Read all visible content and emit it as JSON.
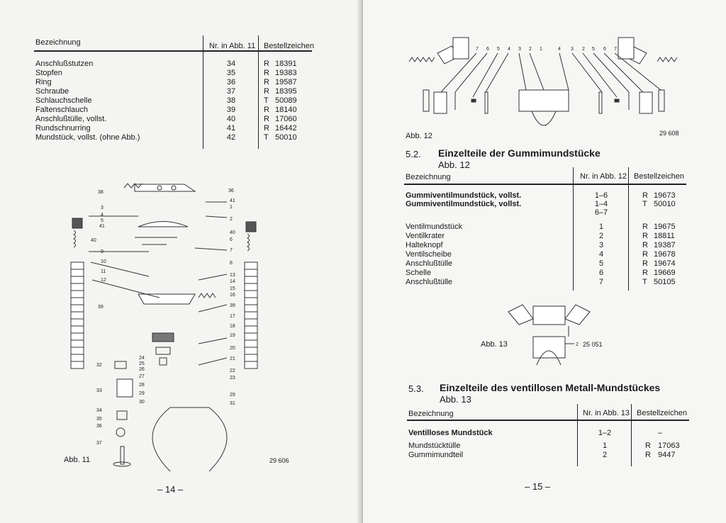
{
  "left_page": {
    "header": {
      "col1": "Bezeichnung",
      "col2": "Nr. in Abb. 11",
      "col3": "Bestellzeichen"
    },
    "rows": [
      {
        "name": "Anschlußstutzen",
        "nr": "34",
        "type": "R",
        "code": "18391"
      },
      {
        "name": "Stopfen",
        "nr": "35",
        "type": "R",
        "code": "19383"
      },
      {
        "name": "Ring",
        "nr": "36",
        "type": "R",
        "code": "19587"
      },
      {
        "name": "Schraube",
        "nr": "37",
        "type": "R",
        "code": "18395"
      },
      {
        "name": "Schlauchschelle",
        "nr": "38",
        "type": "T",
        "code": "50089"
      },
      {
        "name": "Faltenschlauch",
        "nr": "39",
        "type": "R",
        "code": "18140"
      },
      {
        "name": "Anschlußtülle, vollst.",
        "nr": "40",
        "type": "R",
        "code": "17060"
      },
      {
        "name": "Rundschnurring",
        "nr": "41",
        "type": "R",
        "code": "16442"
      },
      {
        "name": "Mundstück, vollst. (ohne Abb.)",
        "nr": "42",
        "type": "T",
        "code": "50010"
      }
    ],
    "figure_caption": "Abb. 11",
    "figure_number": "29 606",
    "figure_labels": [
      "38",
      "3",
      "4",
      "5",
      "41",
      "40",
      "9",
      "10",
      "11",
      "12",
      "39",
      "32",
      "33",
      "34",
      "35",
      "36",
      "37",
      "36",
      "41",
      "1",
      "2",
      "40",
      "6",
      "7",
      "8",
      "13",
      "14",
      "15",
      "16",
      "39",
      "17",
      "18",
      "19",
      "20",
      "21",
      "22",
      "23",
      "24",
      "25",
      "26",
      "27",
      "28",
      "29",
      "30",
      "29",
      "31"
    ],
    "page_number": "– 14 –"
  },
  "right_page": {
    "fig12": {
      "caption": "Abb. 12",
      "number": "29 608",
      "labels": [
        "7",
        "6",
        "5",
        "4",
        "3",
        "2",
        "1",
        "4",
        "3",
        "2",
        "5",
        "6",
        "7"
      ]
    },
    "section_52": {
      "number": "5.2.",
      "title": "Einzelteile der Gummimundstücke",
      "subtitle": "Abb. 12",
      "header": {
        "col1": "Bezeichnung",
        "col2": "Nr. in Abb. 12",
        "col3": "Bestellzeichen"
      },
      "rows": [
        {
          "name": "Gummiventilmundstück, vollst.",
          "bold": true,
          "nr": "1–6",
          "type": "R",
          "code": "19673"
        },
        {
          "name": "Gummiventilmundstück, vollst.",
          "bold": true,
          "nr": "1–4",
          "type": "T",
          "code": "50010"
        },
        {
          "name": "",
          "bold": false,
          "nr": "6–7",
          "type": "",
          "code": ""
        },
        {
          "name": "Ventilmundstück",
          "bold": false,
          "nr": "1",
          "type": "R",
          "code": "19675"
        },
        {
          "name": "Ventilkrater",
          "bold": false,
          "nr": "2",
          "type": "R",
          "code": "18811"
        },
        {
          "name": "Halteknopf",
          "bold": false,
          "nr": "3",
          "type": "R",
          "code": "19387"
        },
        {
          "name": "Ventilscheibe",
          "bold": false,
          "nr": "4",
          "type": "R",
          "code": "19678"
        },
        {
          "name": "Anschlußtülle",
          "bold": false,
          "nr": "5",
          "type": "R",
          "code": "19674"
        },
        {
          "name": "Schelle",
          "bold": false,
          "nr": "6",
          "type": "R",
          "code": "19669"
        },
        {
          "name": "Anschlußtülle",
          "bold": false,
          "nr": "7",
          "type": "T",
          "code": "50105"
        }
      ]
    },
    "fig13": {
      "caption": "Abb. 13",
      "number": "25 051",
      "label": "2"
    },
    "section_53": {
      "number": "5.3.",
      "title": "Einzelteile des ventillosen Metall-Mundstückes",
      "subtitle": "Abb. 13",
      "header": {
        "col1": "Bezeichnung",
        "col2": "Nr. in Abb. 13",
        "col3": "Bestellzeichen"
      },
      "rows": [
        {
          "name": "Ventilloses Mundstück",
          "bold": true,
          "nr": "1–2",
          "type": "",
          "code": "–"
        },
        {
          "name": "Mundstücktülle",
          "bold": false,
          "nr": "1",
          "type": "R",
          "code": "17063"
        },
        {
          "name": "Gummimundteil",
          "bold": false,
          "nr": "2",
          "type": "R",
          "code": "9447"
        }
      ]
    },
    "page_number": "– 15 –"
  }
}
